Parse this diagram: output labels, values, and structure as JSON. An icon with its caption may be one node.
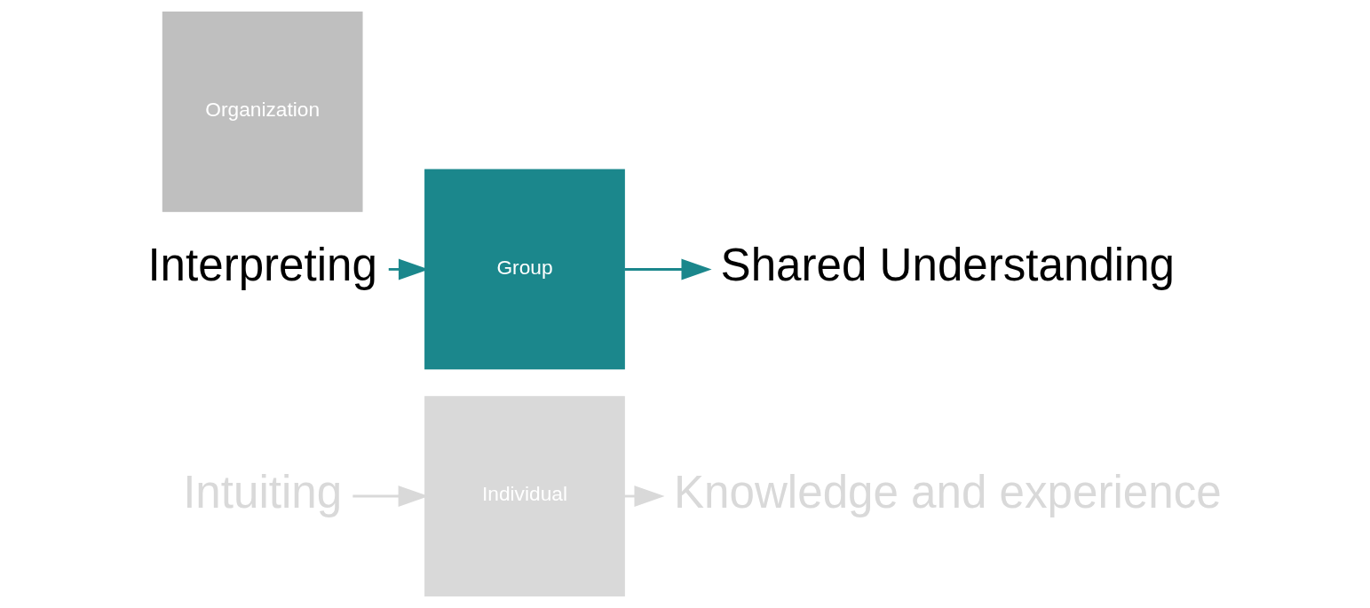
{
  "diagram": {
    "nodes": [
      {
        "text": [
          "Intuiting"
        ]
      },
      {
        "text": [
          "Individual"
        ]
      },
      {
        "text": [
          "Knowledge and experience"
        ]
      },
      {
        "text": [
          "Interpreting"
        ]
      },
      {
        "text": [
          "Group"
        ]
      },
      {
        "text": [
          "Shared Understanding"
        ]
      },
      {
        "text": [
          "Organization"
        ]
      }
    ],
    "edges": [
      {
        "from": 0,
        "to": 1,
        "arrow": "to",
        "color": "#d9d9d9"
      },
      {
        "from": 1,
        "to": 2,
        "arrow": "to",
        "color": "#d9d9d9"
      },
      {
        "from": 3,
        "to": 4,
        "arrow": "to",
        "color": "#1b878c"
      },
      {
        "from": 4,
        "to": 5,
        "arrow": "to",
        "color": "#1b878c"
      }
    ]
  }
}
